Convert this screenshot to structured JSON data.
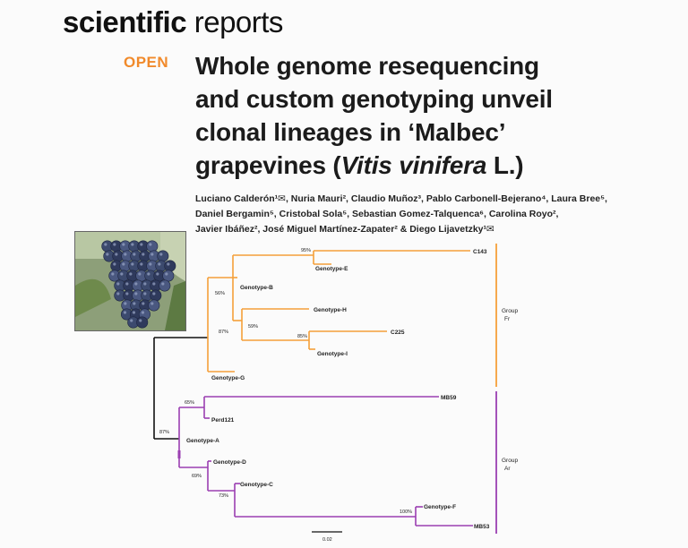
{
  "journal": {
    "brand_bold": "scientific",
    "brand_light": " reports"
  },
  "open_label": "OPEN",
  "title": {
    "line1": "Whole genome resequencing",
    "line2": "and custom genotyping unveil",
    "line3": "clonal lineages in ‘Malbec’",
    "line4_pre": "grapevines (",
    "line4_italic": "Vitis vinifera",
    "line4_post": " L.)"
  },
  "authors": {
    "line1": "Luciano Calderón¹✉, Nuria Mauri², Claudio Muñoz³, Pablo Carbonell-Bejerano⁴, Laura Bree⁵,",
    "line2": "Daniel Bergamin⁵, Cristobal Sola⁵, Sebastian Gomez-Talquenca⁶, Carolina Royo²,",
    "line3": "Javier Ibáñez², José Miguel Martínez-Zapater² & Diego Lijavetzky¹✉"
  },
  "photo": {
    "subject": "grape-cluster-photo"
  },
  "tree": {
    "leaves": [
      {
        "id": "C143",
        "label": "C143"
      },
      {
        "id": "GenE",
        "label": "Genotype-E"
      },
      {
        "id": "GenB",
        "label": "Genotype-B"
      },
      {
        "id": "GenH",
        "label": "Genotype-H"
      },
      {
        "id": "C225",
        "label": "C225"
      },
      {
        "id": "GenI",
        "label": "Genotype-I"
      },
      {
        "id": "GenG",
        "label": "Genotype-G"
      },
      {
        "id": "MB59",
        "label": "MB59"
      },
      {
        "id": "Perd121",
        "label": "Perd121"
      },
      {
        "id": "GenA",
        "label": "Genotype-A"
      },
      {
        "id": "GenD",
        "label": "Genotype-D"
      },
      {
        "id": "GenC",
        "label": "Genotype-C"
      },
      {
        "id": "GenF",
        "label": "Genotype-F"
      },
      {
        "id": "MB53",
        "label": "MB53"
      }
    ],
    "support": [
      "95%",
      "56%",
      "59%",
      "85%",
      "87%",
      "65%",
      "87%",
      "69%",
      "73%",
      "100%"
    ],
    "groups": [
      {
        "name": "Group",
        "sub": "Fr",
        "color": "#f5a03a"
      },
      {
        "name": "Group",
        "sub": "Ar",
        "color": "#9b3fb2"
      }
    ],
    "scale_label": "0.02",
    "colors": {
      "orange": "#f5a03a",
      "purple": "#9b3fb2",
      "black": "#111111"
    }
  }
}
